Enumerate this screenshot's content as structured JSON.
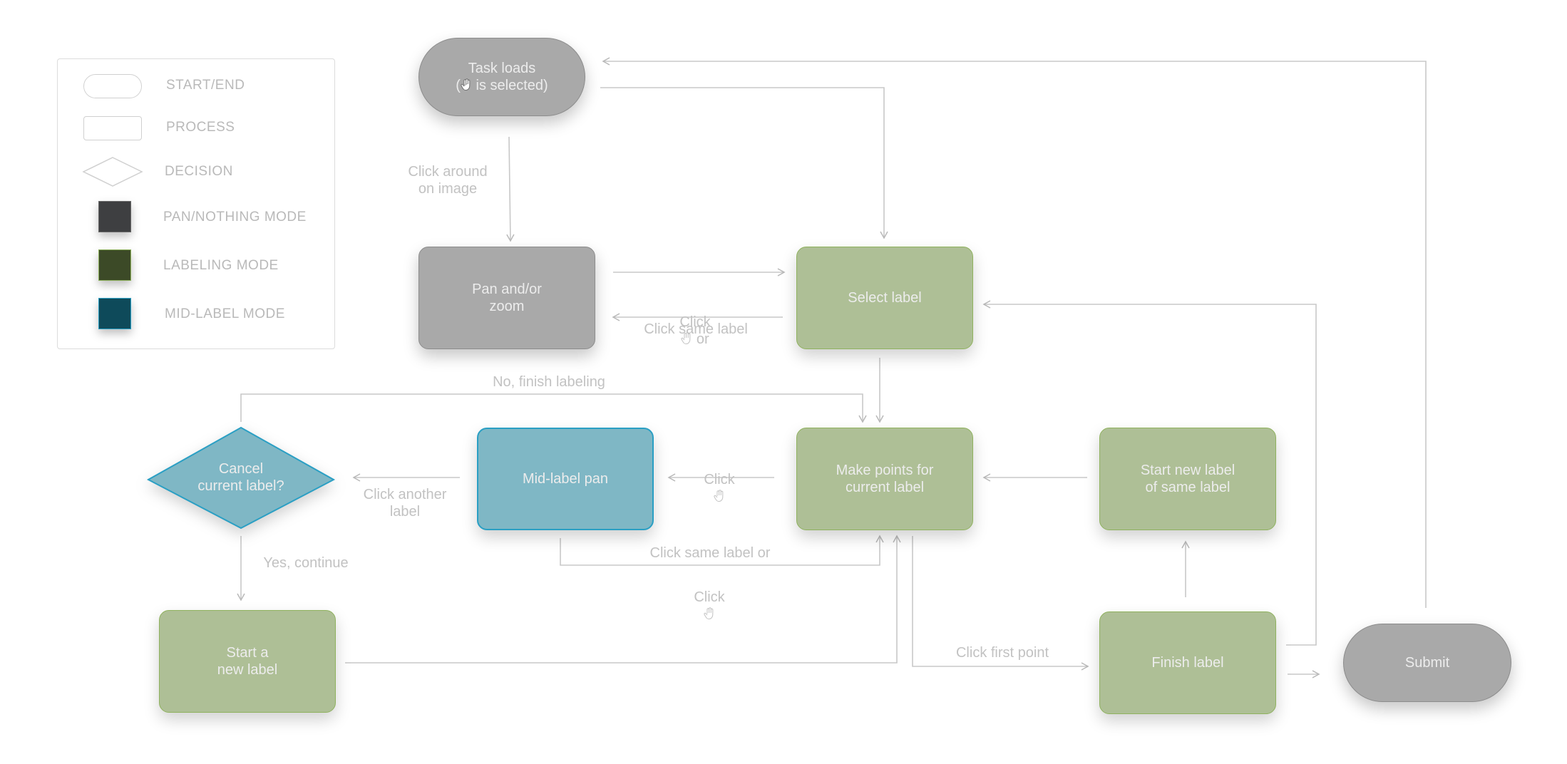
{
  "legend": {
    "start_end": "START/END",
    "process": "PROCESS",
    "decision": "DECISION",
    "pan_mode": "PAN/NOTHING MODE",
    "labeling_mode": "LABELING MODE",
    "mid_label_mode": "MID-LABEL MODE",
    "colors": {
      "pan": "#3e3f41",
      "labeling": "#3c4a27",
      "mid_label": "#0e4a5a"
    }
  },
  "nodes": {
    "task_loads_line1": "Task loads",
    "task_loads_pre": "(",
    "task_loads_post": " is selected)",
    "pan_zoom": "Pan and/or\nzoom",
    "select_label": "Select label",
    "make_points": "Make points for\ncurrent label",
    "start_new_same": "Start new label\nof same label",
    "mid_label_pan": "Mid-label pan",
    "cancel_current": "Cancel\ncurrent label?",
    "start_new_label": "Start a\nnew label",
    "finish_label": "Finish label",
    "submit": "Submit"
  },
  "edges": {
    "click_around": "Click around\non image",
    "click_hand_prefix": "Click",
    "click_hand_suffix": " or",
    "click_same_label": "Click same label",
    "no_finish_labeling": "No, finish labeling",
    "click_mid": "Click",
    "click_another_label": "Click another\nlabel",
    "click_same_label_or": "Click same label or",
    "click_bottom": "Click",
    "yes_continue": "Yes, continue",
    "click_first_point": "Click first point"
  },
  "icons": {
    "hand": "hand-icon"
  },
  "colors": {
    "gray_node": "#a9a9a9",
    "green_node": "#aebf96",
    "blue_node": "#7fb7c5",
    "connector": "#c8c8c8"
  }
}
